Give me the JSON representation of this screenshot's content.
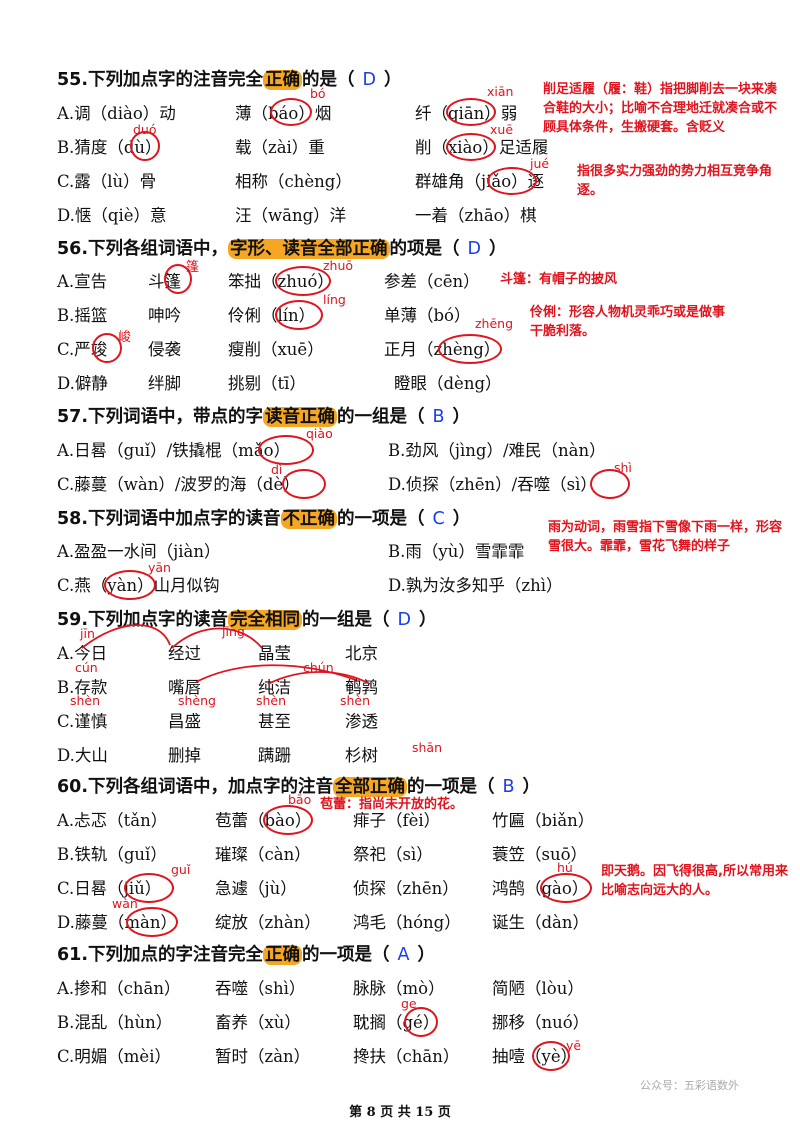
{
  "q55": {
    "title_a": "55.下列加点字的注音完全",
    "hl": "正确",
    "title_b": "的是（",
    "answer": "D",
    "title_c": "）",
    "rows": [
      [
        "A.调（diào）动",
        "薄（báo）烟",
        "纤（qiān）弱"
      ],
      [
        "B.猜度（dù）",
        "载（zài）重",
        "削（xiào）足适履"
      ],
      [
        "C.露（lù）骨",
        "相称（chèng）",
        "群雄角（jiǎo）逐"
      ],
      [
        "D.惬（qiè）意",
        "汪（wāng）洋",
        "一着（zhāo）棋"
      ]
    ],
    "marks": [
      "bó",
      "xiān",
      "duó",
      "xuē",
      "jué"
    ],
    "note1": "削足适履（履：鞋）指把脚削去一块来凑合鞋的大小；比喻不合理地迁就凑合或不顾具体条件，生搬硬套。含贬义",
    "note2": "指很多实力强劲的势力相互竞争角逐。"
  },
  "q56": {
    "title_a": "56.下列各组词语中，",
    "hl": "字形、读音全部正确",
    "title_b": "的项是（",
    "answer": "D",
    "title_c": "）",
    "rows": [
      [
        "A.宣告",
        "斗篷",
        "笨拙（zhuó）",
        "参差（cēn）"
      ],
      [
        "B.摇篮",
        "呻吟",
        "伶俐（lín）",
        "单薄（bó）"
      ],
      [
        "C.严竣",
        "侵袭",
        "瘦削（xuē）",
        "正月（zhèng）"
      ],
      [
        "D.僻静",
        "绊脚",
        "挑剔（tī）",
        "瞪眼（dèng）"
      ]
    ],
    "marks": [
      "篷",
      "zhuō",
      "líng",
      "zhēng",
      "峻"
    ],
    "note1": "斗篷：有帽子的披风",
    "note2": "伶俐：形容人物机灵乖巧或是做事干脆利落。"
  },
  "q57": {
    "title_a": "57.下列词语中，带点的字",
    "hl": "读音正确",
    "title_b": "的一组是（",
    "answer": "B",
    "title_c": "）",
    "rows": [
      [
        "A.日晷（guǐ）/铁撬棍（mǎo）",
        "B.劲风（jìng）/难民（nàn）"
      ],
      [
        "C.藤蔓（wàn）/波罗的海（dè）",
        "D.侦探（zhēn）/吞噬（sì）"
      ]
    ],
    "marks": [
      "qiào",
      "dì",
      "shì"
    ]
  },
  "q58": {
    "title_a": "58.下列词语中加点字的读音",
    "hl": "不正确",
    "title_b": "的一项是（",
    "answer": "C",
    "title_c": "）",
    "rows": [
      [
        "A.盈盈一水间（jiàn）",
        "B.雨（yù）雪霏霏"
      ],
      [
        "C.燕（yàn）山月似钩",
        "D.孰为汝多知乎（zhì）"
      ]
    ],
    "marks": [
      "yān"
    ],
    "note1": "雨为动词，雨雪指下雪像下雨一样，形容雪很大。霏霏，雪花飞舞的样子"
  },
  "q59": {
    "title_a": "59.下列加点字的读音",
    "hl": "完全相同",
    "title_b": "的一组是（",
    "answer": "D",
    "title_c": "）",
    "rows": [
      [
        "A.今日",
        "经过",
        "晶莹",
        "北京"
      ],
      [
        "B.存款",
        "嘴唇",
        "纯洁",
        "鹌鹑"
      ],
      [
        "C.谨慎",
        "昌盛",
        "甚至",
        "渗透"
      ],
      [
        "D.大山",
        "删掉",
        "蹒跚",
        "杉树"
      ]
    ],
    "marks": [
      "jīn",
      "jīng",
      "cún",
      "chún",
      "shèn",
      "shèng",
      "shèn",
      "shèn",
      "shān"
    ]
  },
  "q60": {
    "title_a": "60.下列各组词语中，加点字的注音",
    "hl": "全部正确",
    "title_b": "的一项是（",
    "answer": "B",
    "title_c": "）",
    "rows": [
      [
        "A.忐忑（tǎn）",
        "苞蕾（bào）",
        "痱子（fèi）",
        "竹匾（biǎn）"
      ],
      [
        "B.铁轨（guǐ）",
        "璀璨（càn）",
        "祭祀（sì）",
        "蓑笠（suō）"
      ],
      [
        "C.日晷（jiǔ）",
        "急遽（jù）",
        "侦探（zhēn）",
        "鸿鹄（gào）"
      ],
      [
        "D.藤蔓（màn）",
        "绽放（zhàn）",
        "鸿毛（hóng）",
        "诞生（dàn）"
      ]
    ],
    "marks": [
      "bāo",
      "guǐ",
      "hú",
      "wàn"
    ],
    "note1": "苞蕾：指尚未开放的花。",
    "note2": "即天鹅。因飞得很高,所以常用来比喻志向远大的人。"
  },
  "q61": {
    "title_a": "61.下列加点的字注音完全",
    "hl": "正确",
    "title_b": "的一项是（",
    "answer": "A",
    "title_c": "）",
    "rows": [
      [
        "A.掺和（chān）",
        "吞噬（shì）",
        "脉脉（mò）",
        "简陋（lòu）"
      ],
      [
        "B.混乱（hùn）",
        "畜养（xù）",
        "耽搁（gé）",
        "挪移（nuó）"
      ],
      [
        "C.明媚（mèi）",
        "暂时（zàn）",
        "搀扶（chān）",
        "抽噎（yè）"
      ]
    ],
    "marks": [
      "ge",
      "yē"
    ]
  },
  "footer": "第 8 页 共 15 页",
  "watermark": "公众号：五彩语数外"
}
